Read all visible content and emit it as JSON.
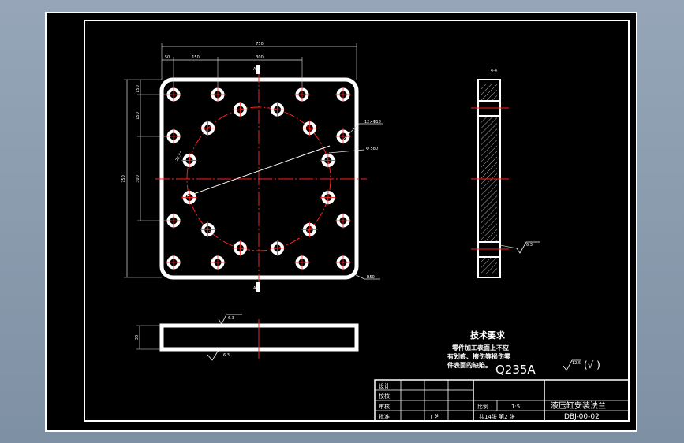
{
  "drawing": {
    "dims": {
      "overall_width": "750",
      "left_offset": "50",
      "hole_pitch_1": "150",
      "center_span": "300",
      "height_overall": "750",
      "height_mid": "300",
      "height_top": "150",
      "height_top2": "150",
      "side_top": "4-4",
      "thickness": "30"
    },
    "callouts": {
      "holes": "12×Φ18",
      "circle_dia": "Φ 580",
      "angle": "22.5°",
      "corner_radius": "R50",
      "side_rough": "6.3",
      "bottom_rough_top": "6.3",
      "bottom_rough_bottom": "6.3"
    },
    "section_marks": {
      "top": "A",
      "bottom": "A"
    },
    "requirements": {
      "title": "技术要求",
      "line1": "零件加工表面上不应",
      "line2": "有划痕、擦伤等损伤零",
      "line3": "件表面的缺陷。"
    },
    "material": "Q235A",
    "roughness_general": "12.5",
    "roughness_paren": "(√ )"
  },
  "title_block": {
    "row_labels": [
      "设计",
      "校核",
      "审核",
      "批准"
    ],
    "process_label": "工艺",
    "scale_label": "比例",
    "scale_value": "1:5",
    "sheets": "共14张 第2 张",
    "part_name": "液压缸安装法兰",
    "drawing_no": "DBJ-00-02"
  },
  "colors": {
    "line_white": "#ffffff",
    "center_red": "#ff2020",
    "dim_white": "#e8e8e8",
    "background": "#000000"
  }
}
